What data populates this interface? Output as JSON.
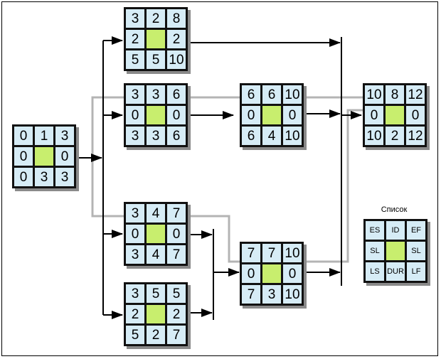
{
  "nodes": {
    "start": {
      "tl": "0",
      "tc": "1",
      "tr": "3",
      "ml": "0",
      "mr": "0",
      "bl": "0",
      "bc": "3",
      "br": "3"
    },
    "top": {
      "tl": "3",
      "tc": "2",
      "tr": "8",
      "ml": "2",
      "mr": "2",
      "bl": "5",
      "bc": "5",
      "br": "10"
    },
    "n2": {
      "tl": "3",
      "tc": "3",
      "tr": "6",
      "ml": "0",
      "mr": "0",
      "bl": "3",
      "bc": "3",
      "br": "6"
    },
    "n3": {
      "tl": "3",
      "tc": "4",
      "tr": "7",
      "ml": "0",
      "mr": "0",
      "bl": "3",
      "bc": "4",
      "br": "7"
    },
    "n4": {
      "tl": "3",
      "tc": "5",
      "tr": "5",
      "ml": "2",
      "mr": "2",
      "bl": "5",
      "bc": "2",
      "br": "7"
    },
    "n5": {
      "tl": "6",
      "tc": "6",
      "tr": "10",
      "ml": "0",
      "mr": "0",
      "bl": "6",
      "bc": "4",
      "br": "10"
    },
    "n6": {
      "tl": "7",
      "tc": "7",
      "tr": "10",
      "ml": "0",
      "mr": "0",
      "bl": "7",
      "bc": "3",
      "br": "10"
    },
    "end": {
      "tl": "10",
      "tc": "8",
      "tr": "12",
      "ml": "0",
      "mr": "0",
      "bl": "10",
      "bc": "2",
      "br": "12"
    }
  },
  "legend": {
    "title": "Список",
    "tl": "ES",
    "tc": "ID",
    "tr": "EF",
    "ml": "SL",
    "mr": "SL",
    "bl": "LS",
    "bc": "DUR",
    "br": "LF"
  },
  "colors": {
    "cell": "#d6ecf6",
    "center": "#c8ee6e",
    "border": "#111111",
    "critical_path": "#b4b4b4"
  }
}
